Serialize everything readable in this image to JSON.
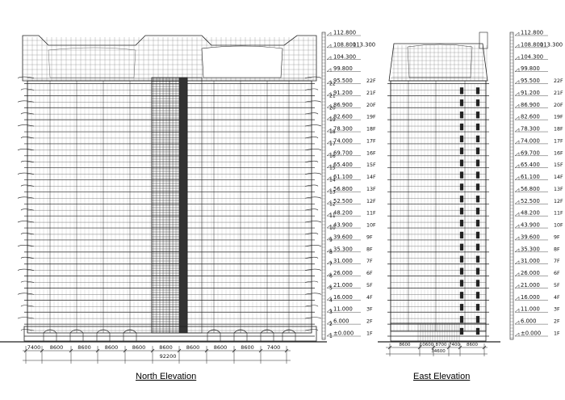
{
  "north": {
    "caption": "North Elevation",
    "dims": [
      "7400",
      "8600",
      "8600",
      "8600",
      "8600",
      "8600",
      "8600",
      "8600",
      "8600",
      "7400"
    ],
    "total": "92200",
    "levels": [
      {
        "elev": "112.800",
        "floor": ""
      },
      {
        "elev": "108.800",
        "floor": ""
      },
      {
        "elev": "104.300",
        "floor": ""
      },
      {
        "elev": "99.800",
        "floor": ""
      },
      {
        "elev": "95.500",
        "floor": "22F"
      },
      {
        "elev": "91.200",
        "floor": "21F"
      },
      {
        "elev": "86.900",
        "floor": "20F"
      },
      {
        "elev": "82.600",
        "floor": "19F"
      },
      {
        "elev": "78.300",
        "floor": "18F"
      },
      {
        "elev": "74.000",
        "floor": "17F"
      },
      {
        "elev": "69.700",
        "floor": "16F"
      },
      {
        "elev": "65.400",
        "floor": "15F"
      },
      {
        "elev": "61.100",
        "floor": "14F"
      },
      {
        "elev": "56.800",
        "floor": "13F"
      },
      {
        "elev": "52.500",
        "floor": "12F"
      },
      {
        "elev": "48.200",
        "floor": "11F"
      },
      {
        "elev": "43.900",
        "floor": "10F"
      },
      {
        "elev": "39.600",
        "floor": "9F"
      },
      {
        "elev": "35.300",
        "floor": "8F"
      },
      {
        "elev": "31.000",
        "floor": "7F"
      },
      {
        "elev": "26.000",
        "floor": "6F"
      },
      {
        "elev": "21.000",
        "floor": "5F"
      },
      {
        "elev": "16.000",
        "floor": "4F"
      },
      {
        "elev": "11.000",
        "floor": "3F"
      },
      {
        "elev": "6.000",
        "floor": "2F"
      },
      {
        "elev": "±0.000",
        "floor": "1F"
      }
    ],
    "extra_elev": "113.300",
    "side_marks": [
      "22",
      "21",
      "20",
      "19",
      "18",
      "17",
      "16",
      "15",
      "14",
      "13",
      "12",
      "11",
      "10",
      "9",
      "8",
      "7",
      "6",
      "5",
      "4",
      "3",
      "2",
      "1"
    ]
  },
  "east": {
    "caption": "East Elevation",
    "dims": [
      "8600",
      "10600",
      "8700",
      "7400",
      "8600"
    ],
    "total": "34600",
    "levels": [
      {
        "elev": "112.800",
        "floor": ""
      },
      {
        "elev": "108.800",
        "floor": ""
      },
      {
        "elev": "104.300",
        "floor": ""
      },
      {
        "elev": "99.800",
        "floor": ""
      },
      {
        "elev": "95.500",
        "floor": "22F"
      },
      {
        "elev": "91.200",
        "floor": "21F"
      },
      {
        "elev": "86.900",
        "floor": "20F"
      },
      {
        "elev": "82.600",
        "floor": "19F"
      },
      {
        "elev": "78.300",
        "floor": "18F"
      },
      {
        "elev": "74.000",
        "floor": "17F"
      },
      {
        "elev": "69.700",
        "floor": "16F"
      },
      {
        "elev": "65.400",
        "floor": "15F"
      },
      {
        "elev": "61.100",
        "floor": "14F"
      },
      {
        "elev": "56.800",
        "floor": "13F"
      },
      {
        "elev": "52.500",
        "floor": "12F"
      },
      {
        "elev": "48.200",
        "floor": "11F"
      },
      {
        "elev": "43.900",
        "floor": "10F"
      },
      {
        "elev": "39.600",
        "floor": "9F"
      },
      {
        "elev": "35.300",
        "floor": "8F"
      },
      {
        "elev": "31.000",
        "floor": "7F"
      },
      {
        "elev": "26.000",
        "floor": "6F"
      },
      {
        "elev": "21.000",
        "floor": "5F"
      },
      {
        "elev": "16.000",
        "floor": "4F"
      },
      {
        "elev": "11.000",
        "floor": "3F"
      },
      {
        "elev": "6.000",
        "floor": "2F"
      },
      {
        "elev": "±0.000",
        "floor": "1F"
      }
    ],
    "extra_elev": "113.300"
  }
}
